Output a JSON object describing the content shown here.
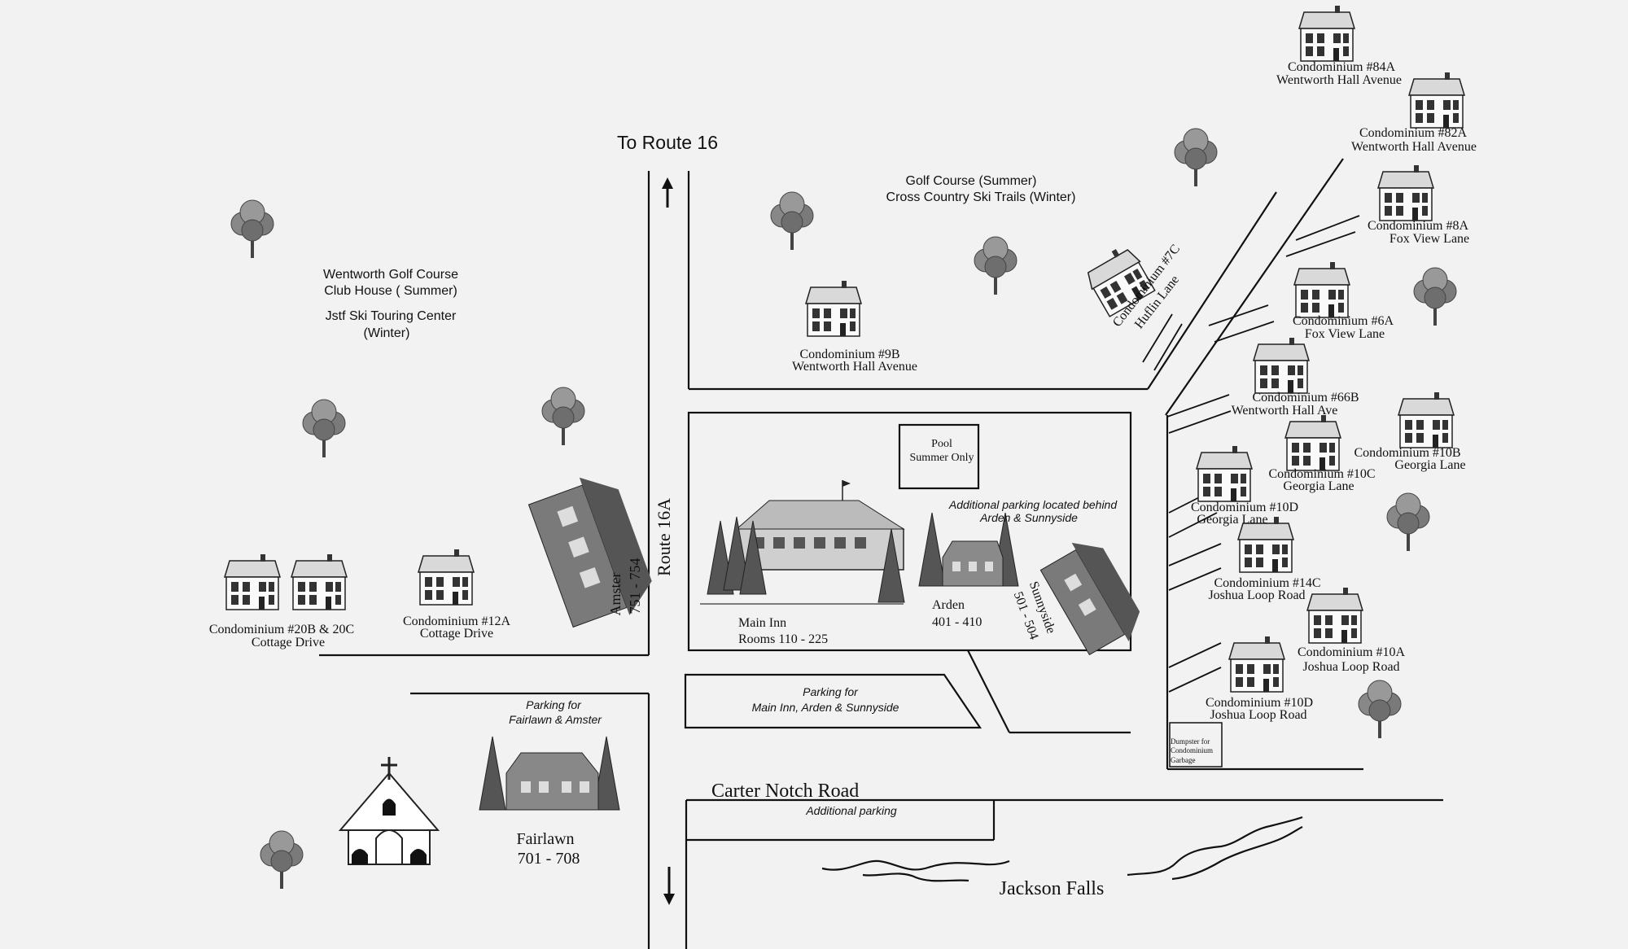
{
  "map": {
    "route_top": "To Route 16",
    "golf_course": [
      "Golf Course (Summer)",
      "Cross Country Ski Trails (Winter)"
    ],
    "clubhouse": [
      "Wentworth Golf Course",
      "Club House ( Summer)",
      "Jstf Ski Touring Center",
      "(Winter)"
    ],
    "route16a": "Route 16A",
    "amster": "Amster",
    "amster_rooms": "751 - 754",
    "main_inn": "Main Inn",
    "main_inn_rooms": "Rooms 110 - 225",
    "arden": "Arden",
    "arden_rooms": "401 - 410",
    "sunnyside": "Sunnyside",
    "sunnyside_rooms": "501 - 504",
    "pool": [
      "Pool",
      "Summer Only"
    ],
    "additional_parking_behind": [
      "Additional parking located behind",
      "Arden & Sunnyside"
    ],
    "parking_main": [
      "Parking for",
      "Main Inn, Arden & Sunnyside"
    ],
    "parking_fairlawn": [
      "Parking for",
      "Fairlawn & Amster"
    ],
    "carter_notch": "Carter Notch Road",
    "additional_parking": "Additional parking",
    "fairlawn": "Fairlawn",
    "fairlawn_rooms": "701 - 708",
    "jackson_falls": "Jackson Falls",
    "dumpster": [
      "Dumpster for",
      "Condominium",
      "Garbage"
    ],
    "condos": [
      {
        "name": "Condominium #84A",
        "street": "Wentworth Hall Avenue"
      },
      {
        "name": "Condominium #82A",
        "street": "Wentworth Hall Avenue"
      },
      {
        "name": "Condominium #8A",
        "street": "Fox View Lane"
      },
      {
        "name": "Condominium #7C",
        "street": "Huflin Lane"
      },
      {
        "name": "Condominium #6A",
        "street": "Fox View Lane"
      },
      {
        "name": "Condominium #9B",
        "street": "Wentworth Hall Avenue"
      },
      {
        "name": "Condominium #66B",
        "street": "Wentworth Hall Ave"
      },
      {
        "name": "Condominium #10B",
        "street": "Georgia Lane"
      },
      {
        "name": "Condominium #10C",
        "street": "Georgia Lane"
      },
      {
        "name": "Condominium #10D",
        "street": "Georgia Lane"
      },
      {
        "name": "Condominium #14C",
        "street": "Joshua Loop Road"
      },
      {
        "name": "Condominium #10A",
        "street": "Joshua Loop Road"
      },
      {
        "name": "Condominium #10D",
        "street": "Joshua Loop Road"
      },
      {
        "name": "Condominium #20B & 20C",
        "street": "Cottage Drive"
      },
      {
        "name": "Condominium #12A",
        "street": "Cottage Drive"
      }
    ]
  }
}
